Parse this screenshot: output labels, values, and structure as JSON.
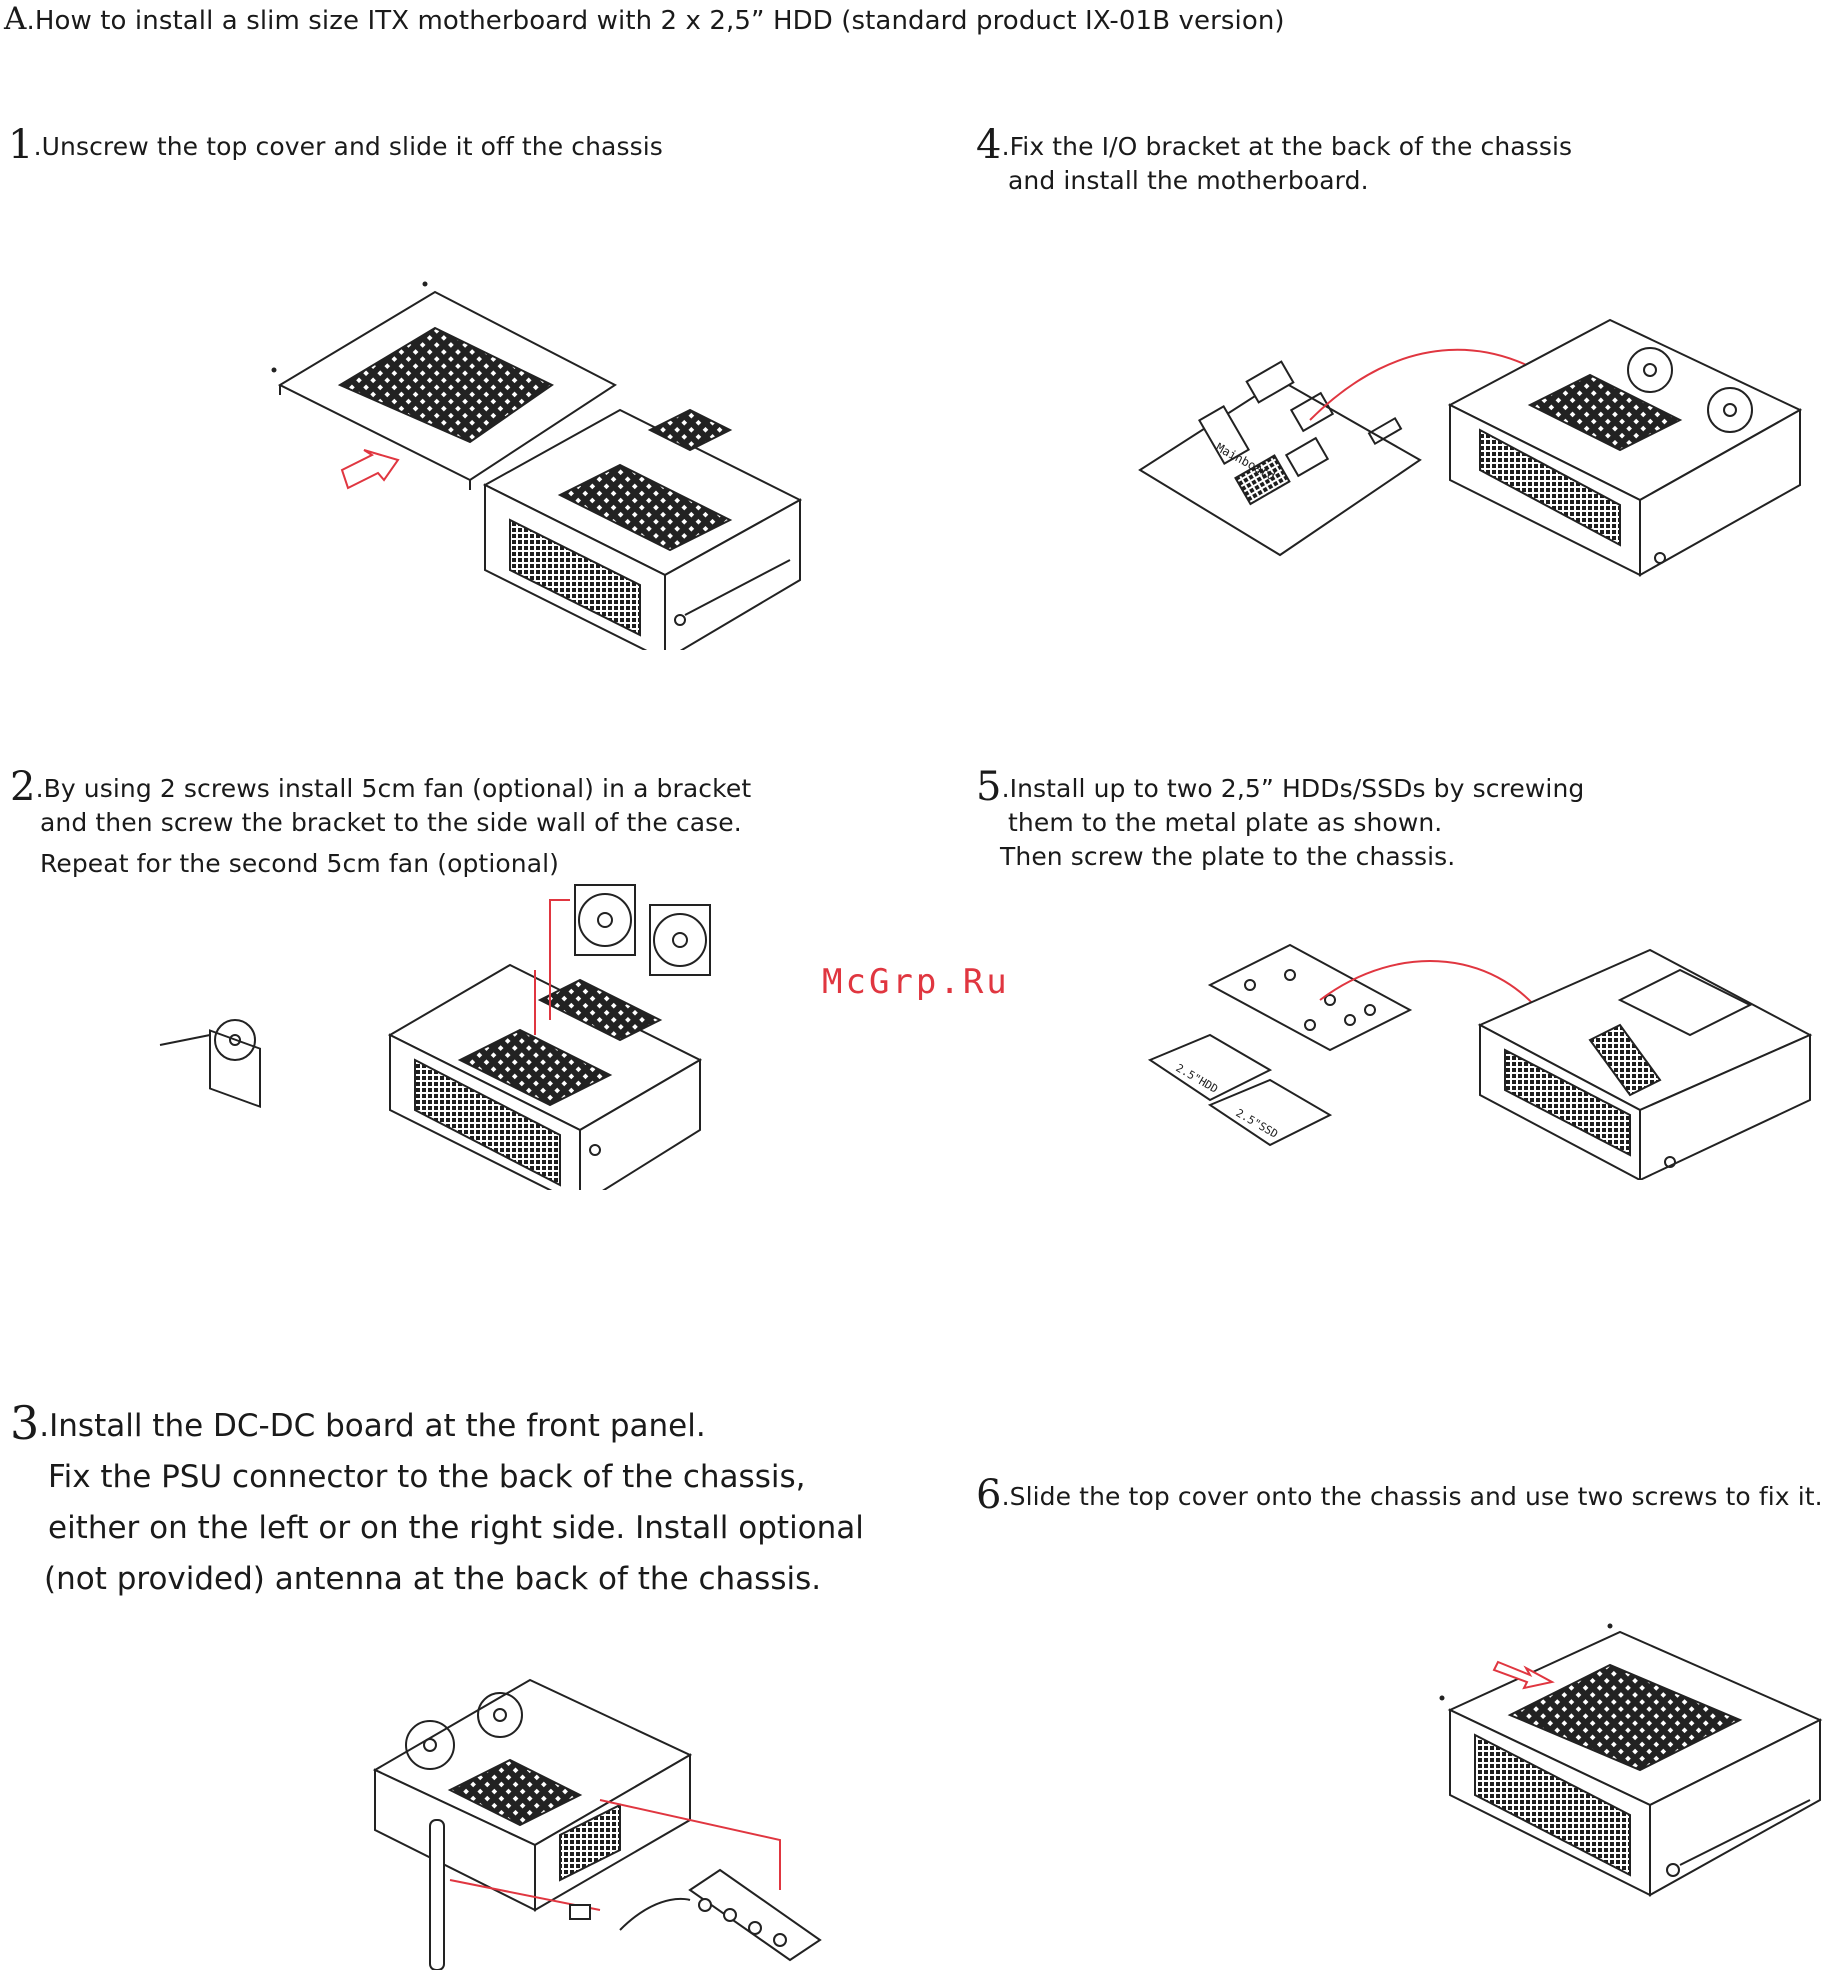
{
  "header": {
    "letter": "A",
    "text": ".How to install a slim size ITX motherboard with 2 x 2,5” HDD (standard product IX-01B version)"
  },
  "steps": [
    {
      "num": "1",
      "lines": [
        ".Unscrew the top cover and slide it off the chassis"
      ]
    },
    {
      "num": "2",
      "lines": [
        ".By using 2 screws install 5cm fan (optional) in a bracket",
        "and then screw the bracket to the side wall of the case.",
        "Repeat for the second 5cm fan  (optional)"
      ]
    },
    {
      "num": "3",
      "lines": [
        ".Install the DC-DC board at the front panel.",
        "Fix the PSU connector to the back of the chassis,",
        "either on the left or on the right side. Install optional",
        "(not provided) antenna at the back of the chassis."
      ]
    },
    {
      "num": "4",
      "lines": [
        ".Fix the I/O bracket at the back of the chassis",
        "and install the motherboard."
      ]
    },
    {
      "num": "5",
      "lines": [
        ".Install up to two 2,5” HDDs/SSDs by screwing",
        "them to the metal plate as shown.",
        "Then screw the plate to the chassis."
      ]
    },
    {
      "num": "6",
      "lines": [
        ".Slide the top cover onto the chassis and use two screws to fix it."
      ]
    }
  ],
  "watermark": "McGrp.Ru",
  "labels": {
    "mainboard": "Mainboard",
    "hdd": "2.5\"HDD",
    "ssd": "2.5\"SSD"
  },
  "colors": {
    "text": "#1a1a1a",
    "accent": "#e03640",
    "line": "#222222"
  }
}
